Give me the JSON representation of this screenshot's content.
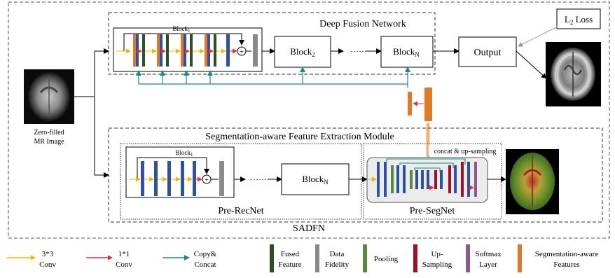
{
  "diagram": {
    "deep_fusion_title": "Deep Fusion Network",
    "block1_top": "Block",
    "block1_top_sub": "1",
    "block2": "Block",
    "block2_sub": "2",
    "blockN_top": "Block",
    "blockN_top_sub": "N",
    "dots": "······",
    "output": "Output",
    "loss": "L",
    "loss_sub": "2",
    "loss_rest": " Loss",
    "input_label_line1": "Zero-filled",
    "input_label_line2": "MR Image",
    "seg_module_title": "Segmentation-aware Feature Extraction Module",
    "block1_bottom": "Block",
    "block1_bottom_sub": "1",
    "blockN_bottom": "Block",
    "blockN_bottom_sub": "N",
    "pre_recnet": "Pre-RecNet",
    "pre_segnet": "Pre-SegNet",
    "concat_upsampling": "concat & up-sampling",
    "sadfn": "SADFN",
    "plus": "+"
  },
  "legend": {
    "conv3_line1": "3*3",
    "conv3_line2": "Conv",
    "conv1_line1": "1*1",
    "conv1_line2": "Conv",
    "copy_line1": "Copy&",
    "copy_line2": "Concat",
    "fused_line1": "Fused",
    "fused_line2": "Feature",
    "data_line1": "Data",
    "data_line2": "Fidelity",
    "pooling": "Pooling",
    "up_line1": "Up-",
    "up_line2": "Sampling",
    "softmax_line1": "Softmax",
    "softmax_line2": "Layer",
    "segaware_line1": "Segmentation-aware",
    "segaware_line2": "Features"
  },
  "colors": {
    "conv_blue": "#3050a0",
    "fused_green": "#2e4f24",
    "pooling_green": "#5d8a3a",
    "up_red": "#9a1326",
    "softmax_purple": "#8a5a8a",
    "seg_orange": "#e07a28",
    "gray": "#8a8a8a",
    "teal": "#1a8a86",
    "arrow_yellow": "#f4b400",
    "arrow_red": "#e53030"
  }
}
